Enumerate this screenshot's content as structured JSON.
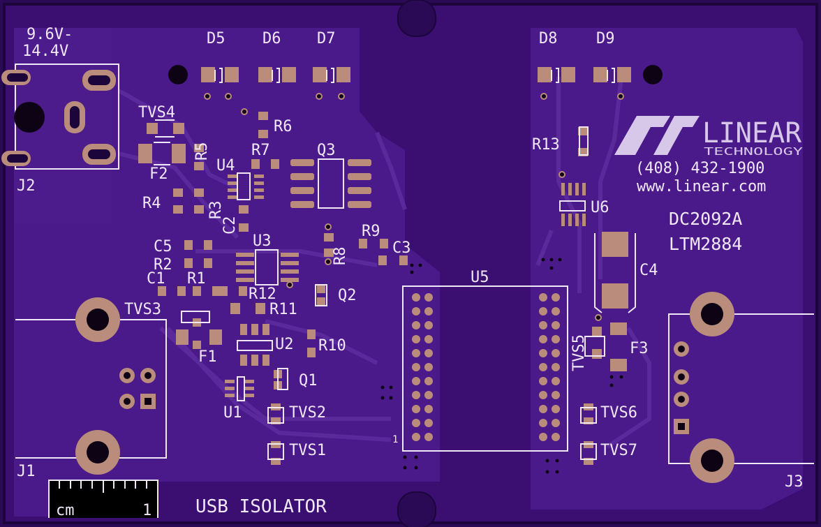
{
  "board": {
    "title": "USB ISOLATOR",
    "part_number": "DC2092A",
    "module": "LTM2884",
    "voltage_line1": "9.6V-",
    "voltage_line2": "14.4V",
    "scale_unit": "cm",
    "scale_value": "1",
    "pin1_marker": "1"
  },
  "logo": {
    "brand": "LINEAR",
    "subtitle": "TECHNOLOGY",
    "phone": "(408) 432-1900",
    "url": "www.linear.com"
  },
  "designators": {
    "J1": "J1",
    "J2": "J2",
    "J3": "J3",
    "D5": "D5",
    "D6": "D6",
    "D7": "D7",
    "D8": "D8",
    "D9": "D9",
    "TVS1": "TVS1",
    "TVS2": "TVS2",
    "TVS3": "TVS3",
    "TVS4": "TVS4",
    "TVS5": "TVS5",
    "TVS6": "TVS6",
    "TVS7": "TVS7",
    "F1": "F1",
    "F2": "F2",
    "F3": "F3",
    "R1": "R1",
    "R2": "R2",
    "R3": "R3",
    "R4": "R4",
    "R5": "R5",
    "R6": "R6",
    "R7": "R7",
    "R8": "R8",
    "R9": "R9",
    "R10": "R10",
    "R11": "R11",
    "R12": "R12",
    "R13": "R13",
    "C1": "C1",
    "C2": "C2",
    "C3": "C3",
    "C4": "C4",
    "C5": "C5",
    "U1": "U1",
    "U2": "U2",
    "U3": "U3",
    "U4": "U4",
    "U5": "U5",
    "U6": "U6",
    "Q1": "Q1",
    "Q2": "Q2",
    "Q3": "Q3"
  },
  "colors": {
    "board": "#3b0f72",
    "pour": "#4b1a8a",
    "trace": "#562596",
    "pad": "#b98c7c",
    "silk": "#f1e8f7",
    "hole": "#0e0314"
  }
}
